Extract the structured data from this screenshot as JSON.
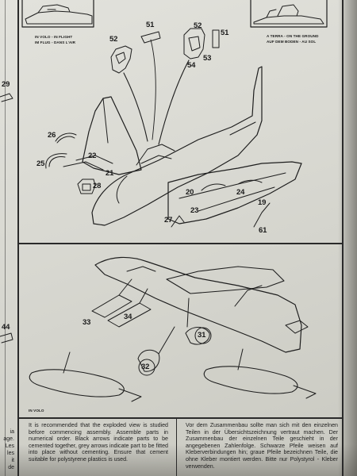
{
  "inset_left": {
    "line1": "IN VOLO - IN FLIGHT",
    "line2": "IM FLUG - DANS L'AIR"
  },
  "inset_right": {
    "line1": "A TERRA - ON THE GROUND",
    "line2": "AUF DEM BODEN - AU SOL"
  },
  "bottom_caption": "IN VOLO",
  "part_numbers": {
    "p51a": "51",
    "p52a": "52",
    "p52b": "52",
    "p51b": "51",
    "p53": "53",
    "p54": "54",
    "p26": "26",
    "p25": "25",
    "p22": "22",
    "p21": "21",
    "p28": "28",
    "p20": "20",
    "p24": "24",
    "p19": "19",
    "p23": "23",
    "p27": "27",
    "p61": "61",
    "p33": "33",
    "p34": "34",
    "p31": "31",
    "p32": "32"
  },
  "left_edge": {
    "num29": "29",
    "num44": "44",
    "text": [
      "ia",
      "age.",
      "Les",
      "les",
      "it",
      "de"
    ]
  },
  "instructions": {
    "english": "It is recommended that the exploded view is studied before commencing assembly. Assemble parts in numerical order. Black arrows indicate parts to be cemented together, grey arrows indicate part to be fitted into place without cementing. Ensure that cement suitable for polystyrene plastics is used.",
    "german": "Vor dem Zusammenbau sollte man sich mit den einzelnen Teilen in der Übersichtszeichnung vertraut machen. Der Zusammenbau der einzelnen Teile geschieht in der angegebenen Zahlenfolge. Schwarze Pfeile weisen auf Kleberverbindungen hin; graue Pfeile bezeichnen Teile, die ohne Kleber montiert werden. Bitte nur Polystyrol - Kleber verwenden."
  }
}
